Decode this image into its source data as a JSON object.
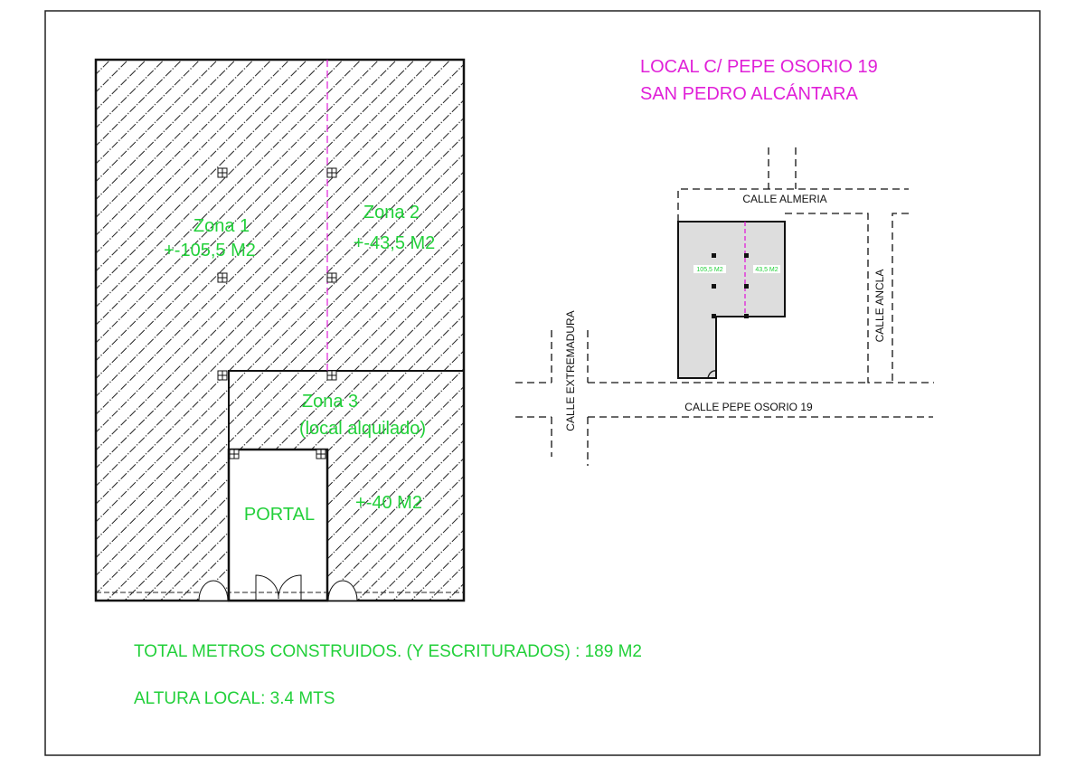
{
  "title": {
    "line1": "LOCAL C/ PEPE OSORIO 19",
    "line2": "SAN PEDRO ALCÁNTARA"
  },
  "plan": {
    "zona1": {
      "name": "Zona 1",
      "area": "+-105,5  M2"
    },
    "zona2": {
      "name": "Zona 2",
      "area": "+-43,5  M2"
    },
    "zona3": {
      "name": "Zona 3",
      "note": "(local alquilado)",
      "area": "+-40  M2"
    },
    "portal": "PORTAL"
  },
  "map": {
    "streets": {
      "almeria": "CALLE ALMERIA",
      "ancla": "CALLE ANCLA",
      "extremadura": "CALLE EXTREMADURA",
      "pepe_osorio": "CALLE PEPE OSORIO 19"
    },
    "area1": "105,5 M2",
    "area2": "43,5 M2"
  },
  "totals": {
    "built": "TOTAL METROS CONSTRUIDOS. (Y ESCRITURADOS) :  189 M2",
    "height": "ALTURA LOCAL: 3.4 MTS"
  },
  "colors": {
    "green": "#22d03a",
    "magenta": "#e020d8"
  }
}
